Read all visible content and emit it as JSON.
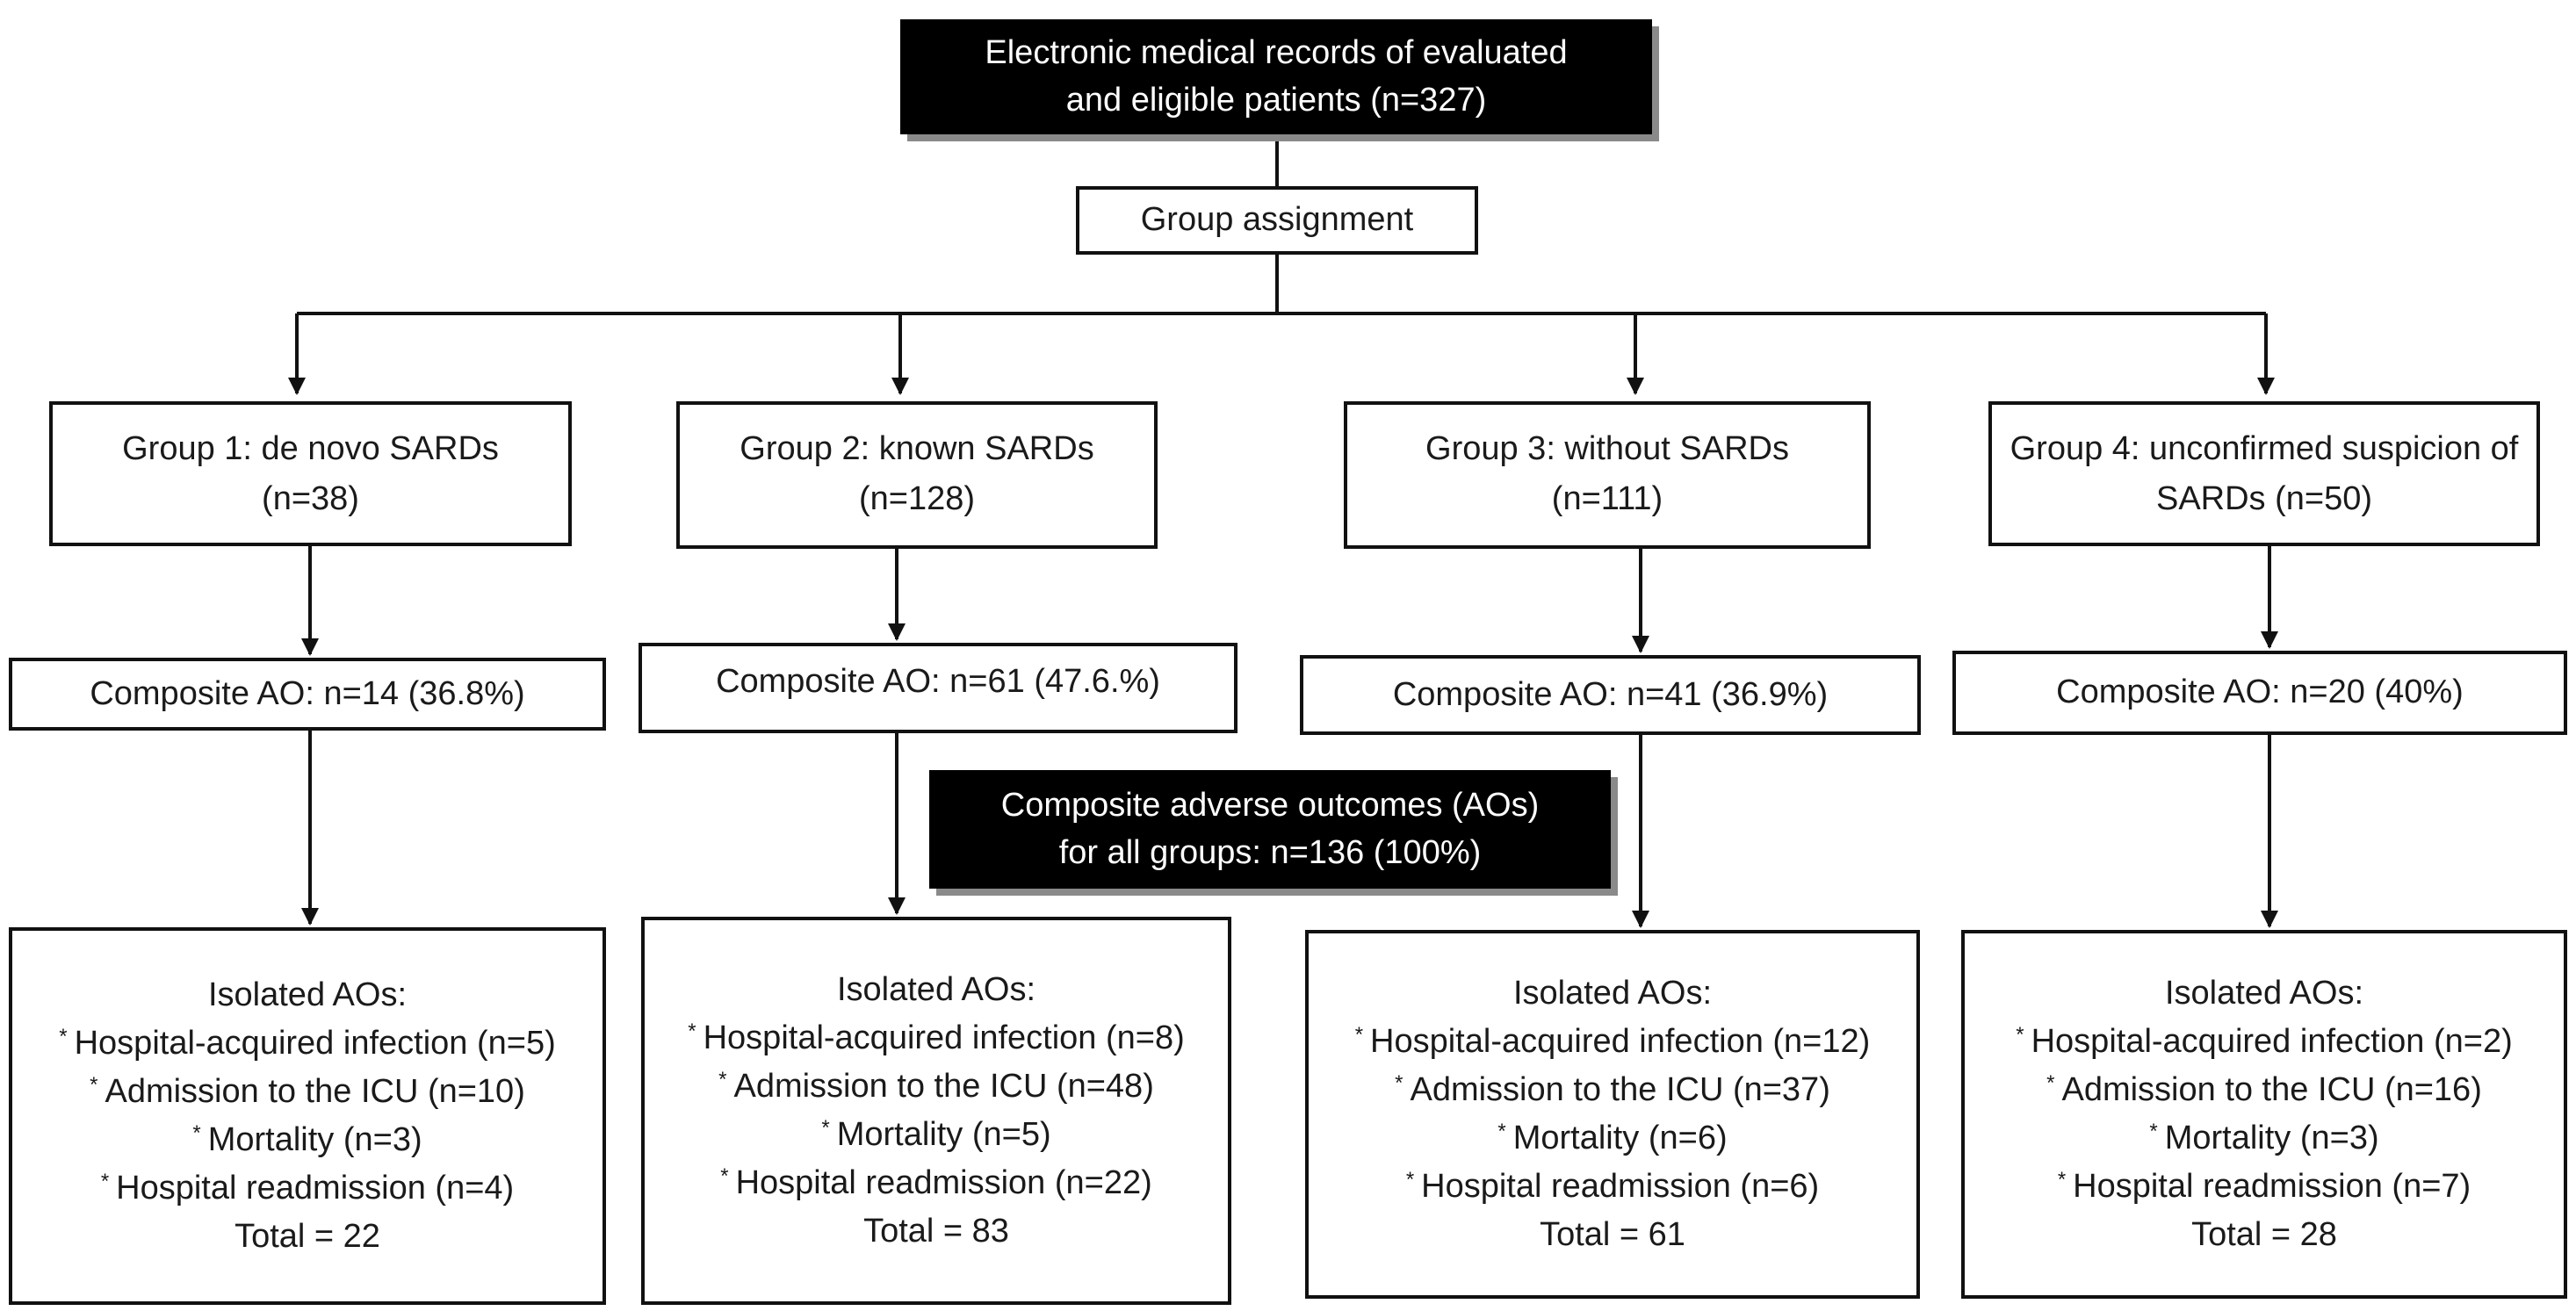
{
  "source": {
    "lines": [
      "Electronic medical records of evaluated",
      "and eligible patients (n=327)"
    ]
  },
  "assignment": {
    "label": "Group assignment"
  },
  "summary": {
    "lines": [
      "Composite adverse outcomes (AOs)",
      "for all groups: n=136 (100%)"
    ]
  },
  "groups": [
    {
      "title_lines": [
        "Group 1: de novo SARDs",
        "(n=38)"
      ],
      "composite": "Composite AO: n=14 (36.8%)",
      "isolated_title": "Isolated AOs:",
      "isolated_items": [
        "Hospital-acquired infection (n=5)",
        "Admission to the ICU (n=10)",
        "Mortality (n=3)",
        "Hospital readmission (n=4)"
      ],
      "total": "Total = 22"
    },
    {
      "title_lines": [
        "Group 2: known SARDs",
        "(n=128)"
      ],
      "composite": "Composite AO: n=61 (47.6.%)",
      "isolated_title": "Isolated AOs:",
      "isolated_items": [
        "Hospital-acquired infection (n=8)",
        "Admission to the ICU (n=48)",
        "Mortality (n=5)",
        "Hospital readmission (n=22)"
      ],
      "total": "Total = 83"
    },
    {
      "title_lines": [
        "Group 3: without SARDs",
        "(n=111)"
      ],
      "composite": "Composite AO: n=41 (36.9%)",
      "isolated_title": "Isolated AOs:",
      "isolated_items": [
        "Hospital-acquired infection (n=12)",
        "Admission to the ICU (n=37)",
        "Mortality (n=6)",
        "Hospital readmission (n=6)"
      ],
      "total": "Total = 61"
    },
    {
      "title_lines": [
        "Group 4: unconfirmed suspicion of",
        "SARDs (n=50)"
      ],
      "composite": "Composite AO: n=20 (40%)",
      "isolated_title": "Isolated AOs:",
      "isolated_items": [
        "Hospital-acquired infection (n=2)",
        "Admission to the ICU (n=16)",
        "Mortality (n=3)",
        "Hospital readmission (n=7)"
      ],
      "total": "Total = 28"
    }
  ],
  "bullet_marker": "*",
  "colors": {
    "line": "#111111",
    "dark_box": "#000000",
    "shadow": "#8a8a8a"
  }
}
